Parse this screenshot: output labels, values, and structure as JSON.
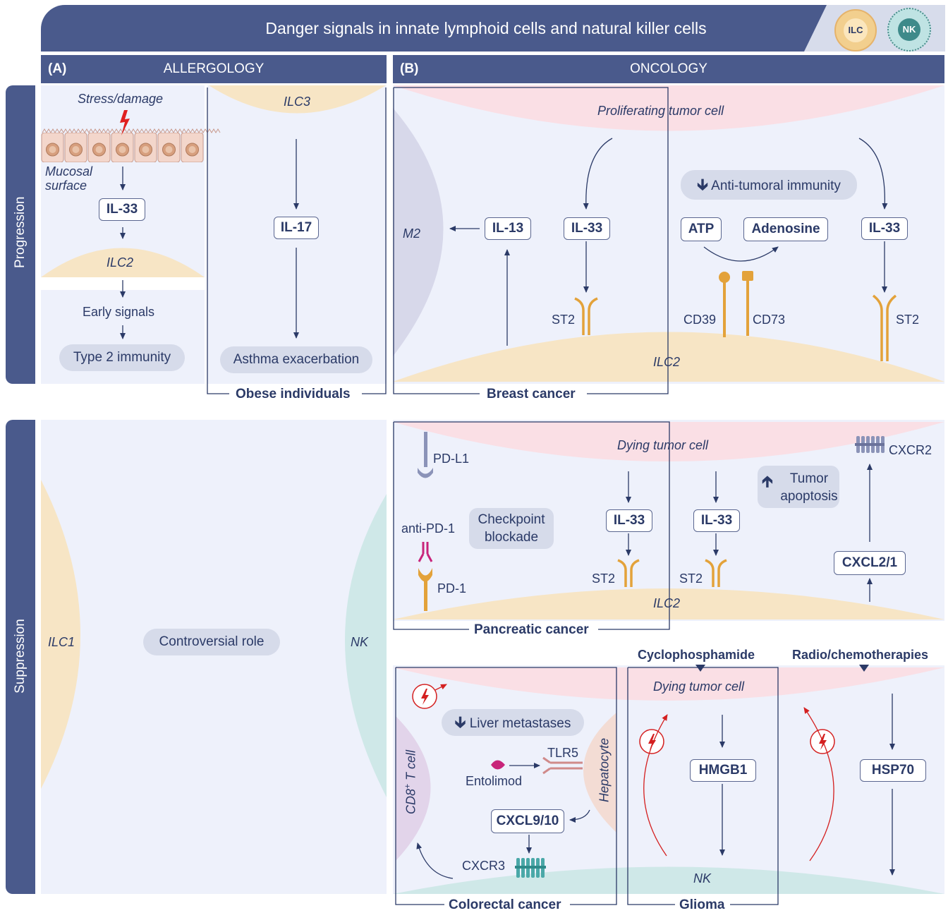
{
  "title": "Danger signals in innate lymphoid cells and natural killer cells",
  "icons": {
    "ilc": "ILC",
    "nk": "NK"
  },
  "colors": {
    "header": "#4a5a8c",
    "panel": "#eef1fb",
    "ilc2": "#f7e5c5",
    "tumor": "#fadfe5",
    "nk": "#cfe8e8",
    "receptor": "#e3a23a",
    "danger": "#d42020"
  },
  "panelA": {
    "label": "(A)",
    "title": "ALLERGOLOGY",
    "stress": "Stress/damage",
    "mucosal": "Mucosal surface",
    "il33": "IL-33",
    "ilc2": "ILC2",
    "early": "Early signals",
    "type2": "Type 2 immunity",
    "ilc3": "ILC3",
    "il17": "IL-17",
    "asthma": "Asthma exacerbation",
    "obese": "Obese individuals"
  },
  "panelB": {
    "label": "(B)",
    "title": "ONCOLOGY",
    "proliferating": "Proliferating tumor cell",
    "m2": "M2",
    "il13": "IL-13",
    "il33": "IL-33",
    "st2": "ST2",
    "anti_tumoral": "Anti-tumoral immunity",
    "atp": "ATP",
    "adenosine": "Adenosine",
    "cd39": "CD39",
    "cd73": "CD73",
    "ilc2": "ILC2",
    "breast": "Breast cancer",
    "dying": "Dying tumor cell",
    "pdl1": "PD-L1",
    "anti_pd1": "anti-PD-1",
    "pd1": "PD-1",
    "checkpoint": "Checkpoint blockade",
    "tumor_apoptosis": "Tumor apoptosis",
    "cxcr2": "CXCR2",
    "cxcl21": "CXCL2/1",
    "pancreatic": "Pancreatic cancer",
    "cyclophosphamide": "Cyclophosphamide",
    "radio": "Radio/chemotherapies",
    "liver": "Liver metastases",
    "tlr5": "TLR5",
    "entolimod": "Entolimod",
    "hepatocyte": "Hepatocyte",
    "cd8_main": "CD8",
    "cd8_sup": "+",
    "cd8_rest": " T cell",
    "cxcl910": "CXCL9/10",
    "cxcr3": "CXCR3",
    "colorectal": "Colorectal cancer",
    "hmgb1": "HMGB1",
    "hsp70": "HSP70",
    "nk": "NK",
    "glioma": "Glioma"
  },
  "side": {
    "progression": "Progression",
    "suppression": "Suppression"
  },
  "suppression_left": {
    "ilc1": "ILC1",
    "controversial": "Controversial role",
    "nk": "NK"
  }
}
